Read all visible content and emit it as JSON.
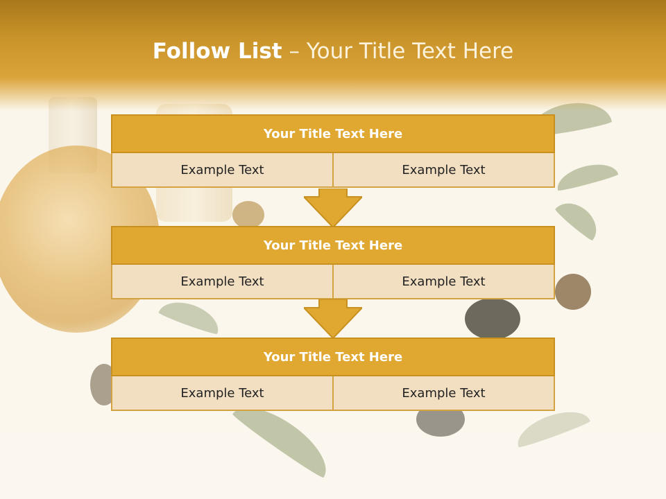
{
  "header": {
    "title_bold": "Follow List",
    "title_rest": " – Your Title Text Here"
  },
  "blocks": [
    {
      "title": "Your Title Text Here",
      "cells": [
        "Example Text",
        "Example Text"
      ]
    },
    {
      "title": "Your Title Text Here",
      "cells": [
        "Example Text",
        "Example Text"
      ]
    },
    {
      "title": "Your Title Text Here",
      "cells": [
        "Example Text",
        "Example Text"
      ]
    }
  ],
  "colors": {
    "header": "#c9942a",
    "block_title": "#e0a731",
    "block_cell": "#f2dfc2",
    "arrow": "#e0a731"
  }
}
